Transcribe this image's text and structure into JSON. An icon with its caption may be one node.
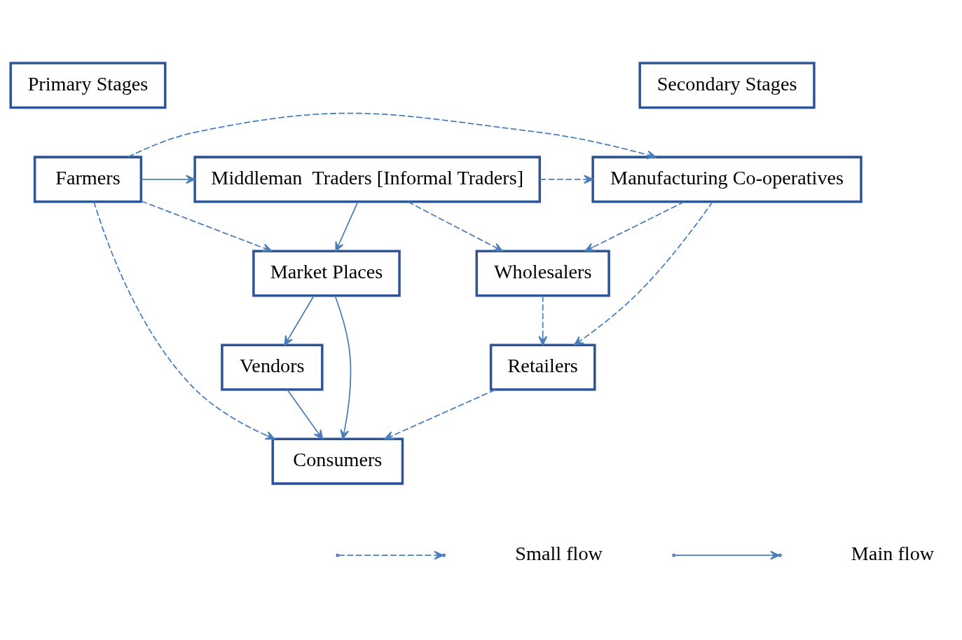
{
  "diagram": {
    "nodes": [
      {
        "text": [
          "Primary Stages"
        ]
      },
      {
        "text": [
          "Secondary Stages"
        ]
      },
      {
        "text": [
          "Farmers"
        ]
      },
      {
        "text": [
          "Middleman  Traders [Informal Traders]"
        ]
      },
      {
        "text": [
          "Manufacturing Co-operatives"
        ]
      },
      {
        "text": [
          "Wholesalers"
        ]
      },
      {
        "text": [
          "Market Places"
        ]
      },
      {
        "text": [
          "Vendors"
        ]
      },
      {
        "text": [
          "Retailers"
        ]
      },
      {
        "text": [
          "Consumers"
        ]
      }
    ],
    "edges": [
      {
        "from": 2,
        "to": 4,
        "arrow": "to",
        "style": "dashed"
      },
      {
        "from": 2,
        "to": 3,
        "arrow": "to"
      },
      {
        "from": 3,
        "to": 4,
        "arrow": "to",
        "style": "dashed"
      },
      {
        "from": 3,
        "to": 5,
        "arrow": "to",
        "style": "dashed"
      },
      {
        "from": 3,
        "to": 6,
        "arrow": "to"
      },
      {
        "from": 2,
        "to": 6,
        "arrow": "to",
        "style": "dashed"
      },
      {
        "from": 2,
        "to": 9,
        "arrow": "to",
        "style": "dashed"
      },
      {
        "from": 4,
        "to": 5,
        "arrow": "to",
        "style": "dashed"
      },
      {
        "from": 4,
        "to": 8,
        "arrow": "to",
        "style": "dashed"
      },
      {
        "from": 5,
        "to": 8,
        "arrow": "to",
        "style": "dashed"
      },
      {
        "from": 6,
        "to": 7,
        "arrow": "to"
      },
      {
        "from": 6,
        "to": 9,
        "arrow": "to"
      },
      {
        "from": 7,
        "to": 9,
        "arrow": "to"
      },
      {
        "from": 8,
        "to": 9,
        "arrow": "to",
        "style": "dashed"
      }
    ],
    "legend": [
      {
        "text": "Small flow"
      },
      {
        "text": "Main flow"
      }
    ]
  }
}
